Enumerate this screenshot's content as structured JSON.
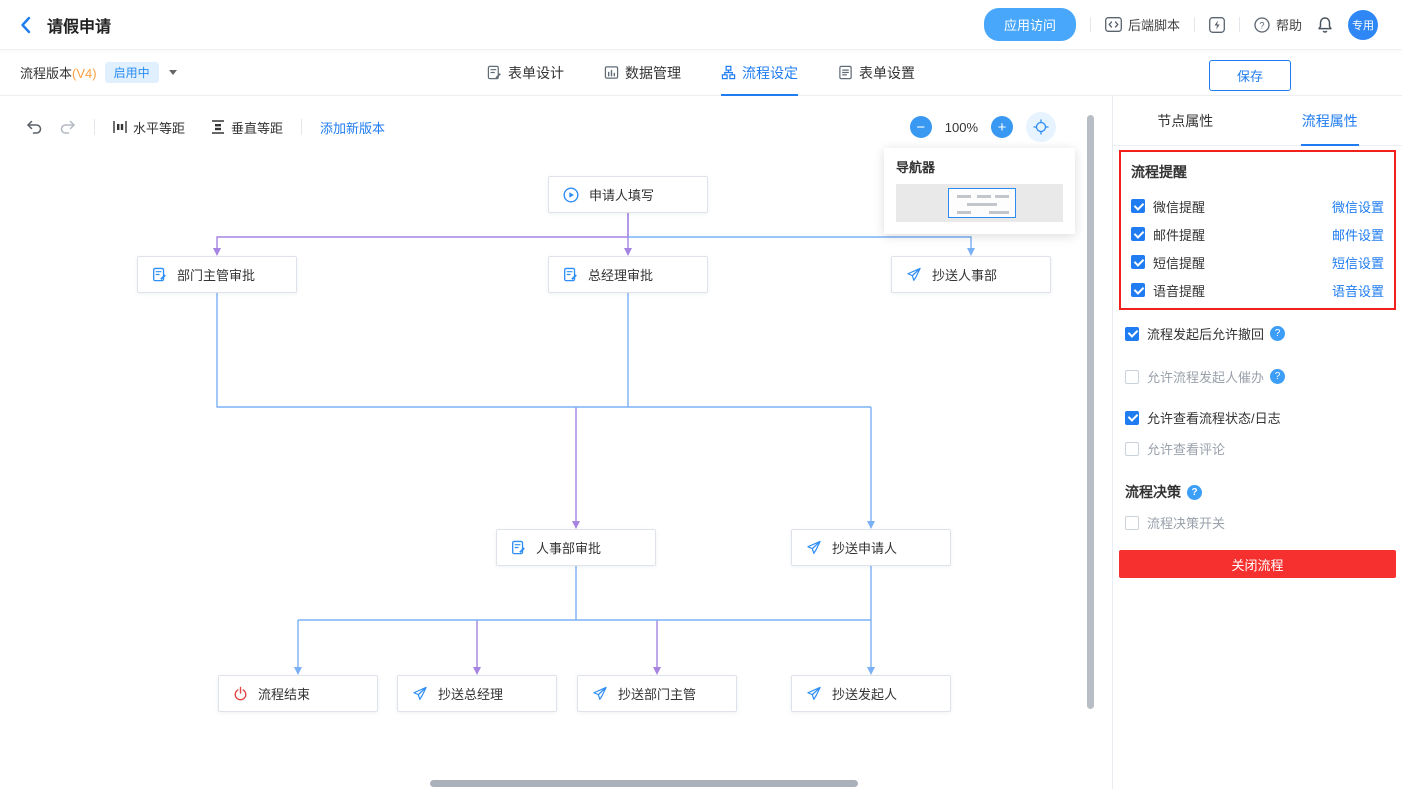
{
  "colors": {
    "accent": "#1f7cf1",
    "pill_blue": "#49a7fb",
    "danger_red": "#f5302e",
    "highlight_border": "#f1201d",
    "edge_purple": "#a584e2",
    "edge_blue": "#7ab0f5",
    "version_orange": "#ff9f40"
  },
  "header": {
    "title": "请假申请",
    "app_access_button": "应用访问",
    "backend_script": "后端脚本",
    "help": "帮助",
    "avatar_label": "专用"
  },
  "tabbar": {
    "version_label": "流程版本",
    "version_number": "(V4)",
    "status_badge": "启用中",
    "tabs": [
      {
        "label": "表单设计",
        "icon": "form-design-icon",
        "active": false
      },
      {
        "label": "数据管理",
        "icon": "data-manage-icon",
        "active": false
      },
      {
        "label": "流程设定",
        "icon": "flow-setting-icon",
        "active": true
      },
      {
        "label": "表单设置",
        "icon": "form-config-icon",
        "active": false
      }
    ],
    "save_button": "保存"
  },
  "canvas": {
    "toolbar": {
      "horizontal_spacing": "水平等距",
      "vertical_spacing": "垂直等距",
      "add_version": "添加新版本",
      "zoom_level": "100%"
    },
    "navigator_title": "导航器",
    "nodes": [
      {
        "label": "申请人填写",
        "icon": "play-icon"
      },
      {
        "label": "部门主管审批",
        "icon": "form-icon"
      },
      {
        "label": "总经理审批",
        "icon": "form-icon"
      },
      {
        "label": "抄送人事部",
        "icon": "send-icon"
      },
      {
        "label": "人事部审批",
        "icon": "form-icon"
      },
      {
        "label": "抄送申请人",
        "icon": "send-icon"
      },
      {
        "label": "流程结束",
        "icon": "power-icon"
      },
      {
        "label": "抄送总经理",
        "icon": "send-icon"
      },
      {
        "label": "抄送部门主管",
        "icon": "send-icon"
      },
      {
        "label": "抄送发起人",
        "icon": "send-icon"
      }
    ]
  },
  "panel": {
    "tabs": [
      {
        "label": "节点属性",
        "active": false
      },
      {
        "label": "流程属性",
        "active": true
      }
    ],
    "reminders": {
      "title": "流程提醒",
      "items": [
        {
          "label": "微信提醒",
          "link": "微信设置",
          "checked": true
        },
        {
          "label": "邮件提醒",
          "link": "邮件设置",
          "checked": true
        },
        {
          "label": "短信提醒",
          "link": "短信设置",
          "checked": true
        },
        {
          "label": "语音提醒",
          "link": "语音设置",
          "checked": true
        }
      ]
    },
    "options": [
      {
        "label": "流程发起后允许撤回",
        "checked": true,
        "help": true
      },
      {
        "label": "允许流程发起人催办",
        "checked": false,
        "help": true
      },
      {
        "label": "允许查看流程状态/日志",
        "checked": true,
        "help": false
      },
      {
        "label": "允许查看评论",
        "checked": false,
        "help": false
      }
    ],
    "decision": {
      "title": "流程决策",
      "switch_label": "流程决策开关",
      "checked": false
    },
    "close_button": "关闭流程"
  }
}
